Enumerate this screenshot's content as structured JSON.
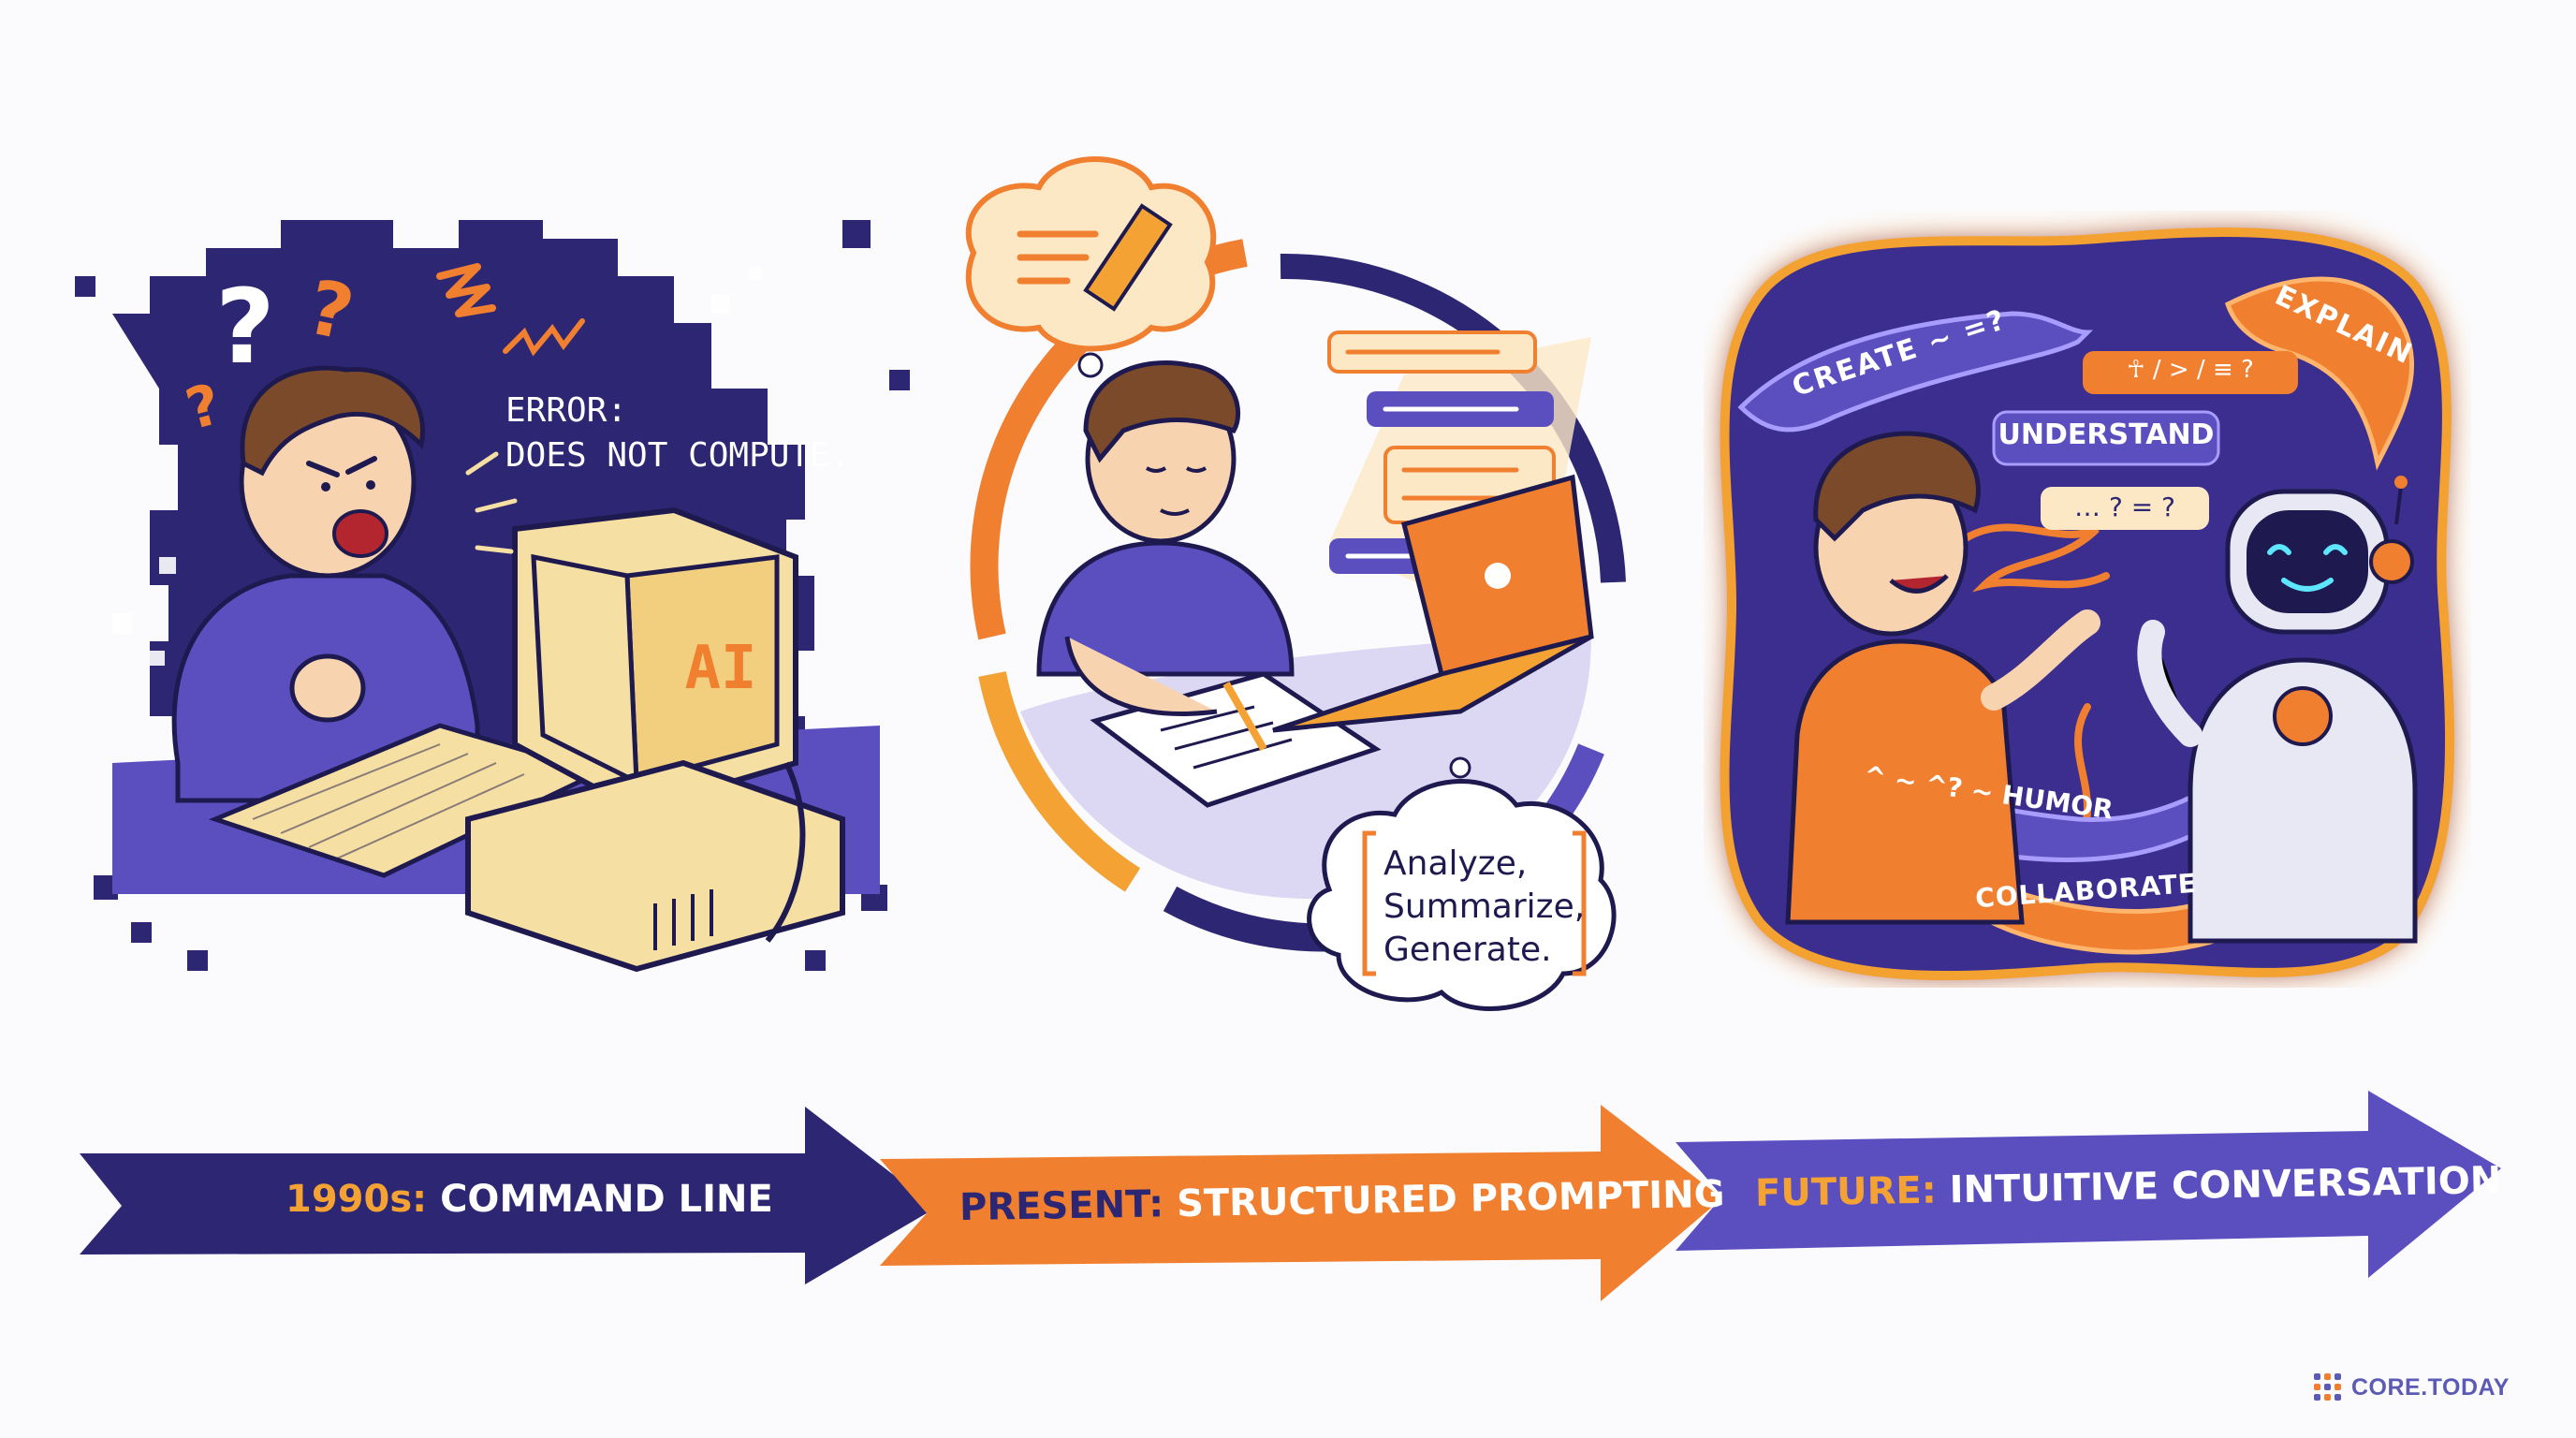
{
  "colors": {
    "navy": "#2d2773",
    "purple": "#5b4fc0",
    "orange": "#f07f30",
    "cream": "#f6dfa2",
    "gold": "#f3a233",
    "white": "#ffffff"
  },
  "panel_past": {
    "error_line1": "ERROR:",
    "error_line2": "DOES NOT COMPUTE.",
    "screen_text": "AI",
    "question_marks": [
      "?",
      "?",
      "?"
    ]
  },
  "panel_present": {
    "thought_words": [
      "Analyze,",
      "Summarize,",
      "Generate."
    ]
  },
  "panel_future": {
    "ribbons": {
      "create": "CREATE",
      "create_trail": "~ =?",
      "explain": "EXPLAIN",
      "understand": "UNDERSTAND",
      "symbols_orange": "☥ / > / ≡ ?",
      "symbols_pale": "… ? = ?",
      "humor": "HUMOR",
      "humor_lead": "^ ∼ ^? ∼",
      "collaborate": "COLLABORATE"
    }
  },
  "timeline": {
    "stage1": {
      "highlight": "1990s:",
      "label": "COMMAND LINE"
    },
    "stage2": {
      "highlight": "PRESENT:",
      "label": "STRUCTURED PROMPTING"
    },
    "stage3": {
      "highlight": "FUTURE:",
      "label": "INTUITIVE CONVERSATION"
    }
  },
  "brand": {
    "name": "CORE.TODAY"
  }
}
